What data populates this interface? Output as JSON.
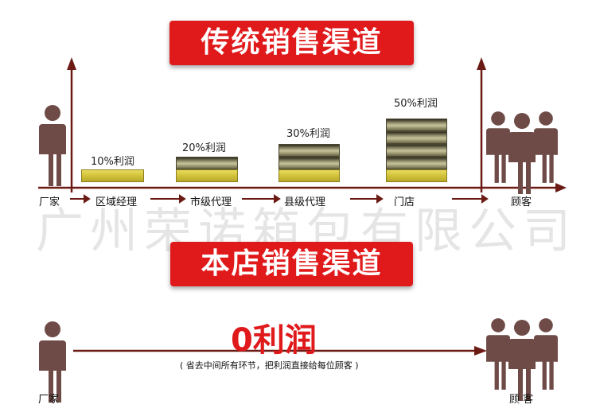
{
  "traditional": {
    "title": "传统销售渠道",
    "nodes": [
      {
        "label": "厂家"
      },
      {
        "label": "区域经理",
        "profit": "10%利润",
        "layers": 1
      },
      {
        "label": "市级代理",
        "profit": "20%利润",
        "layers": 2
      },
      {
        "label": "县级代理",
        "profit": "30%利润",
        "layers": 3
      },
      {
        "label": "门店",
        "profit": "50%利润",
        "layers": 5
      },
      {
        "label": "顾客"
      }
    ]
  },
  "direct": {
    "title": "本店销售渠道",
    "profit": "0利润",
    "note": "( 省去中间所有环节，把利润直接给每位顾客 )",
    "start": "厂家",
    "end": "顾 客"
  },
  "watermark": "广州荣诺箱包有限公司",
  "colors": {
    "accent": "#e0191b",
    "arrow": "#6b1a14",
    "person": "#6e4b47"
  }
}
